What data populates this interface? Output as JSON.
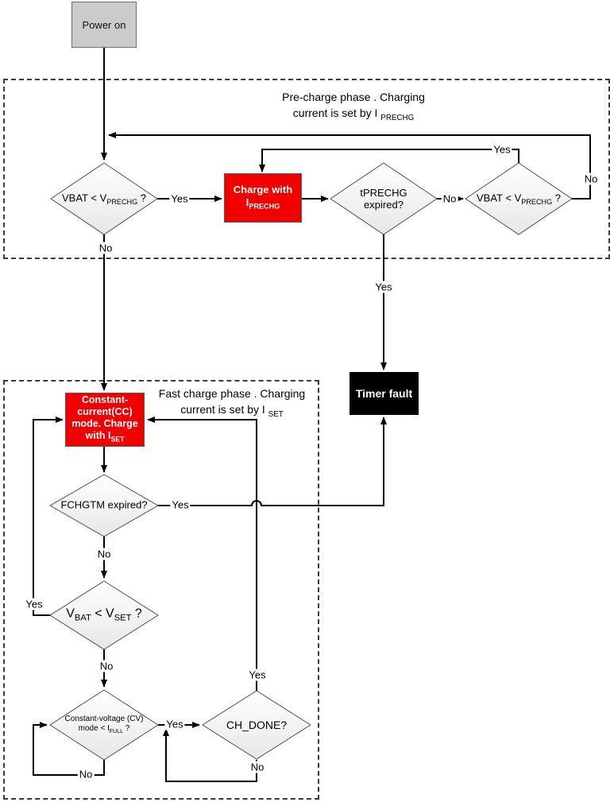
{
  "labels": {
    "yes": "Yes",
    "no": "No"
  },
  "nodes": {
    "power": "Power on",
    "pre_title": {
      "line1": "Pre-charge phase . Charging",
      "line2_pre": "current is set by I",
      "line2_sub": "PRECHG"
    },
    "d_vbat1": {
      "pre": "VBAT < V",
      "sub": "PRECHG",
      "post": " ?"
    },
    "charge_prechg": {
      "line1": "Charge with",
      "line2_pre": "I",
      "line2_sub": "PRECHG"
    },
    "d_tprechg": {
      "line1": "tPRECHG",
      "line2": "expired?"
    },
    "d_vbat2": {
      "pre": "VBAT < V",
      "sub": "PRECHG",
      "post": " ?"
    },
    "timer": "Timer fault",
    "fast_title": {
      "line1": "Fast charge phase . Charging",
      "line2_pre": "current is set by I",
      "line2_sub": "SET"
    },
    "cc": {
      "line1": "Constant-",
      "line2": "current(CC)",
      "line3": "mode. Charge",
      "line4_pre": "with I",
      "line4_sub": "SET"
    },
    "d_fchgtm": "FCHGTM expired?",
    "d_vset": {
      "pre1": "V",
      "sub1": "BAT",
      "mid": " < V",
      "sub2": "SET",
      "post": " ?"
    },
    "d_cv": {
      "line1": "Constant-voltage (CV)",
      "line2_pre": "mode < I",
      "line2_sub": "FULL",
      "line2_post": " ?"
    },
    "d_chdone": "CH_DONE?"
  }
}
